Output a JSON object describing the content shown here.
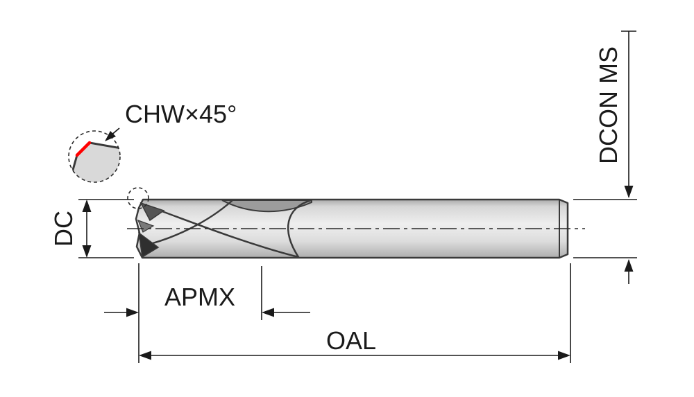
{
  "diagram": {
    "labels": {
      "chamfer": "CHW×45°",
      "shank_diameter": "DCON MS",
      "cutting_diameter": "DC",
      "cutting_depth_max": "APMX",
      "overall_length": "OAL"
    },
    "colors": {
      "chamfer_highlight": "#ff0000",
      "outline": "#3a3a3a",
      "dimension_lines": "#1a1a1a",
      "body_fill_light": "#efefef",
      "body_fill_dark": "#b0b0b0",
      "background": "#ffffff"
    }
  }
}
